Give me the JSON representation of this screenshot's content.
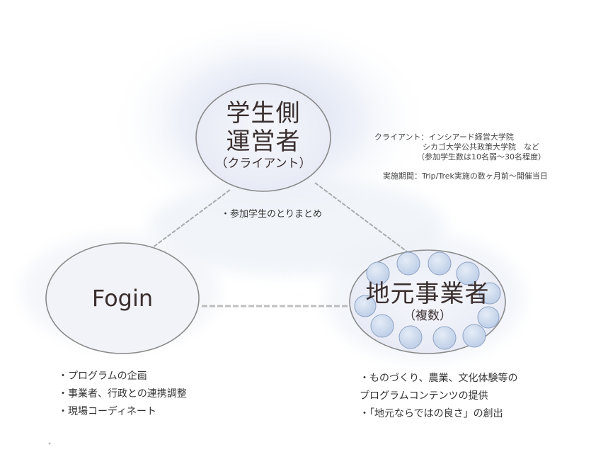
{
  "nodes": {
    "student": {
      "title_line1": "学生側",
      "title_line2": "運営者",
      "subtitle": "（クライアント）"
    },
    "fogin": {
      "title": "Fogin"
    },
    "local": {
      "title": "地元事業者",
      "subtitle": "（複数）"
    }
  },
  "client_info": {
    "client_label": "クライアント：インシアード経営大学院",
    "client_line2": "シカゴ大学公共政策大学院　など",
    "client_line3": "（参加学生数は10名弱～30名程度）",
    "period": "実施期間：Trip/Trek実施の数ヶ月前～開催当日"
  },
  "student_role": "・参加学生のとりまとめ",
  "fogin_roles": [
    "・プログラムの企画",
    "・事業者、行政との連携調整",
    "・現場コーディネート"
  ],
  "local_roles": [
    "・ものづくり、農業、文化体験等の",
    "プログラムコンテンツの提供",
    "・「地元ならではの良さ」の創出"
  ],
  "colors": {
    "ellipse_fill": "#eef0f8",
    "ellipse_stroke": "#8a8a8a",
    "glow": "#c9d3ea",
    "small_circle": "#cfdcef",
    "connector": "#9a9a9a"
  }
}
